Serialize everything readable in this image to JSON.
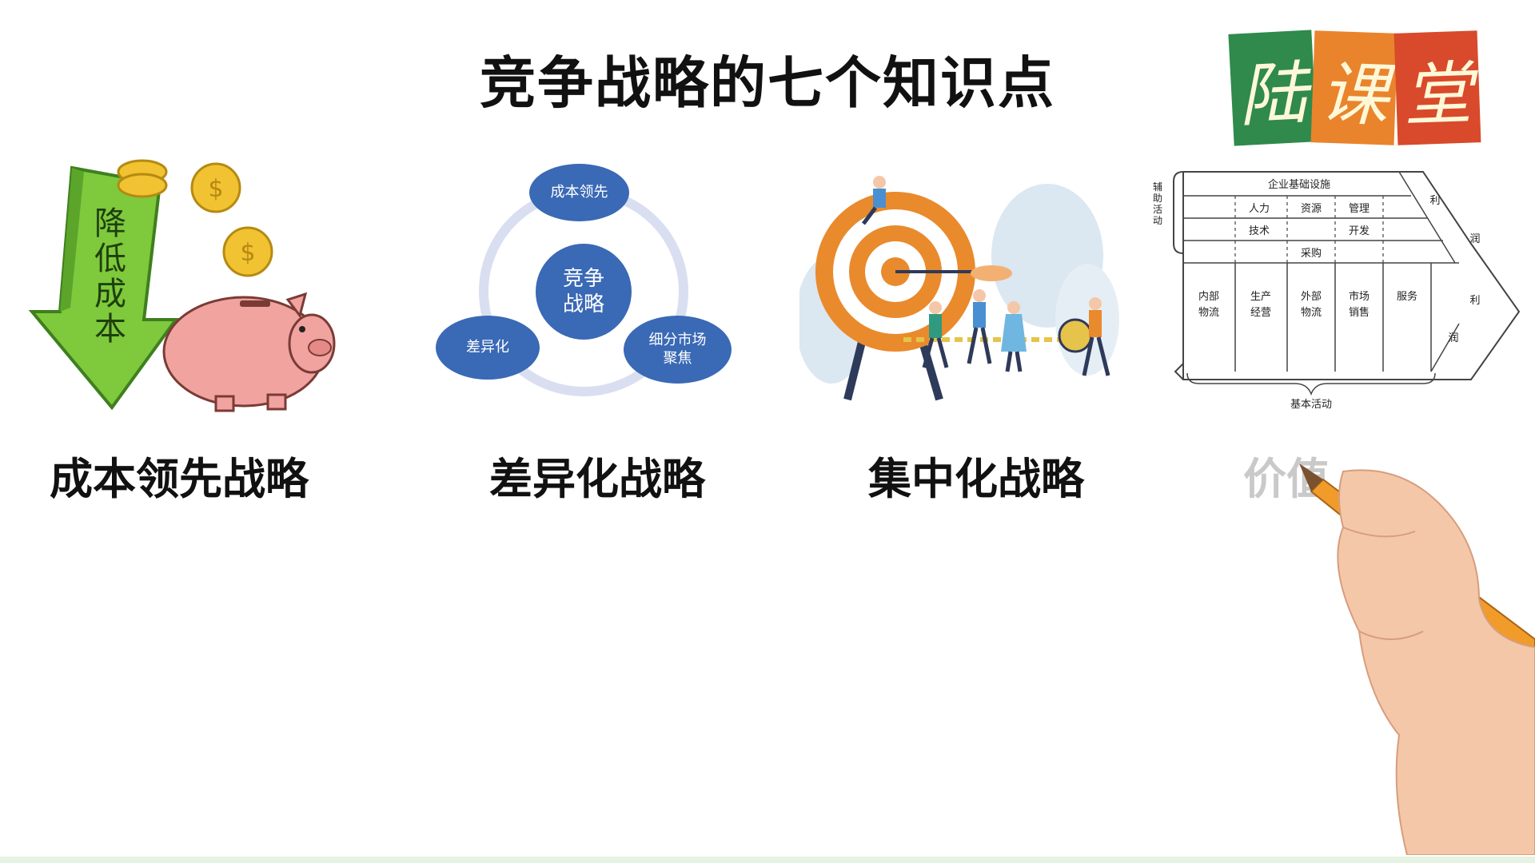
{
  "title": "竞争战略的七个知识点",
  "logo": {
    "chars": [
      "陆",
      "课",
      "堂"
    ],
    "colors": [
      "#2f8a4c",
      "#e9842c",
      "#d84a2b"
    ]
  },
  "panel_cost": {
    "arrow_text": [
      "降",
      "低",
      "成",
      "本"
    ],
    "label": "成本领先战略"
  },
  "panel_diff": {
    "center_text": [
      "竞争",
      "战略"
    ],
    "nodes": {
      "top": "成本领先",
      "left": "差异化",
      "right_lines": [
        "细分市场",
        "聚焦"
      ]
    },
    "label": "差异化战略"
  },
  "panel_focus": {
    "label": "集中化战略"
  },
  "panel_value_chain": {
    "side_label": "辅助活动",
    "infrastructure": "企业基础设施",
    "support_row1": [
      "人力",
      "资源",
      "管理"
    ],
    "support_row2": [
      "技术",
      "开发"
    ],
    "procurement": "采购",
    "primary": [
      [
        "内部",
        "物流"
      ],
      [
        "生产",
        "经营"
      ],
      [
        "外部",
        "物流"
      ],
      [
        "市场",
        "销售"
      ],
      [
        "服务"
      ]
    ],
    "profit_chars": [
      "利",
      "润",
      "利",
      "润"
    ],
    "bottom_label": "基本活动",
    "label_partial": "价值"
  },
  "colors": {
    "accent_blue": "#3a69b5",
    "ring": "#d9dff0",
    "arrow_green": "#7ec93c",
    "coin": "#f1c232",
    "pig": "#f1a3a0",
    "target_orange": "#e98a2d",
    "hand_skin": "#f4c7a8",
    "pencil": "#f19b2b"
  }
}
